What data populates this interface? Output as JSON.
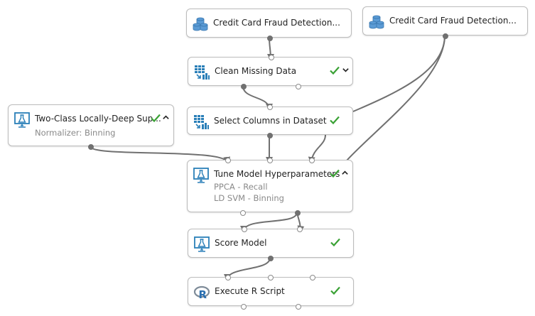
{
  "nodes": {
    "dataset_a": {
      "title": "Credit Card Fraud Detection..."
    },
    "dataset_b": {
      "title": "Credit Card Fraud Detection..."
    },
    "clean_missing": {
      "title": "Clean Missing Data"
    },
    "select_columns": {
      "title": "Select Columns in Dataset"
    },
    "two_class": {
      "title": "Two-Class Locally-Deep Sup...",
      "subtitle": "Normalizer: Binning"
    },
    "tune_model": {
      "title": "Tune Model Hyperparameters",
      "subtitles": [
        "PPCA - Recall",
        "LD SVM - Binning"
      ]
    },
    "score_model": {
      "title": "Score Model"
    },
    "execute_r": {
      "title": "Execute R Script"
    }
  },
  "colors": {
    "check": "#3aa135",
    "dataset_icon": "#5b9bd5",
    "module_icon": "#2a7fb8",
    "edge": "#707070"
  },
  "icons": {
    "dataset": "database-icon",
    "transform": "table-transform-icon",
    "model": "flask-icon",
    "r_script": "r-language-icon"
  }
}
